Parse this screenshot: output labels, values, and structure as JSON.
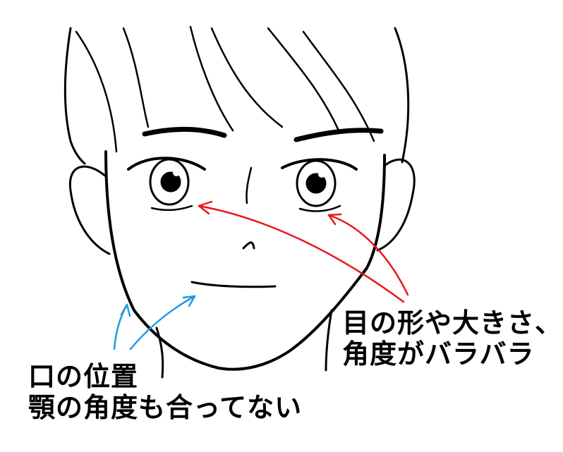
{
  "annotations": {
    "eyes_note": {
      "line1": "目の形や大きさ、",
      "line2": "角度がバラバラ",
      "arrow_color": "#e8171c"
    },
    "mouth_note": {
      "line1": "口の位置",
      "line2": "顎の角度も合ってない",
      "arrow_color": "#1e9be0"
    }
  },
  "illustration": {
    "subject": "face-line-drawing",
    "line_color": "#000000"
  }
}
